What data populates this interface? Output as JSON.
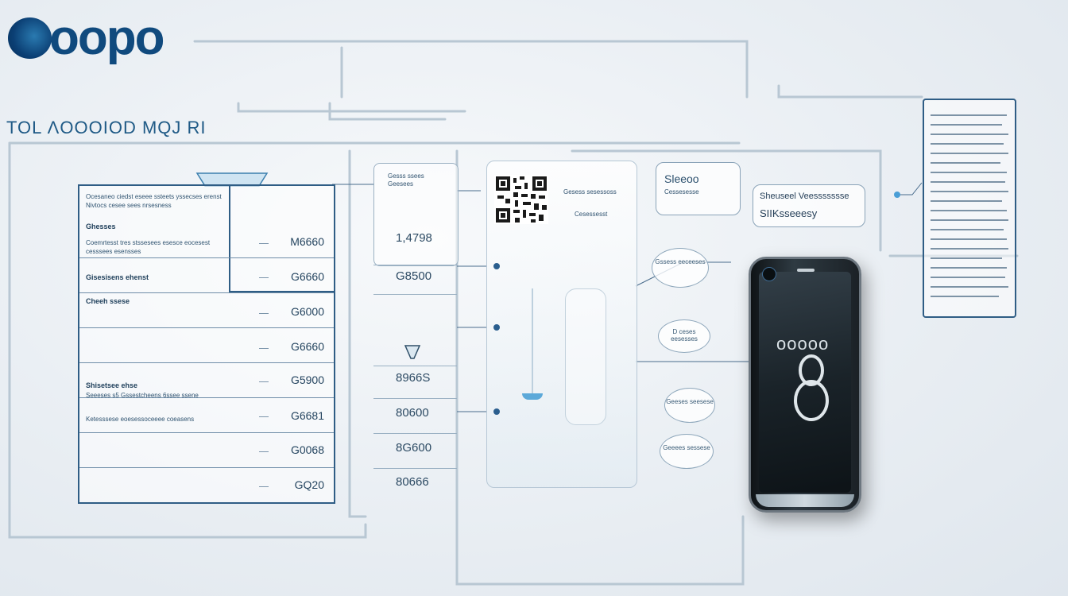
{
  "brand": {
    "logo_text": "oopo",
    "headline": "TOL ΛOOOIOD MQJ RI"
  },
  "left_table": {
    "rows": [
      {
        "title": "",
        "text": "Ocesaneo ciedst eseee ssteets yssecses erenst Nivtocs cesee sees nrsesness",
        "value": ""
      },
      {
        "title": "Ghesses",
        "text": "",
        "value": ""
      },
      {
        "title": "",
        "text": "Coemrtesst tres stssesees esesce eocesest cesssees esensses",
        "value": "M6660"
      },
      {
        "title": "Gisesisens ehenst",
        "text": "",
        "value": "G6660"
      },
      {
        "title": "Cheeh ssese",
        "text": "",
        "value": "G6000"
      },
      {
        "title": "",
        "text": "",
        "value": "G6660"
      },
      {
        "title": "Shisetsee ehse",
        "text": "Seeeses s5 Gssestcheens 6ssee ssene",
        "value": "G5900"
      },
      {
        "title": "",
        "text": "Ketesssese eoesessoceeee coeasens",
        "value": "G6681"
      },
      {
        "title": "",
        "text": "",
        "value": "G0068"
      },
      {
        "title": "",
        "text": "",
        "value": "GQ20"
      }
    ]
  },
  "mid_col": {
    "header": "Gesss ssees Geesees",
    "values": [
      "1,4798",
      "G8500",
      "",
      "",
      "8966S",
      "80600",
      "8G600",
      "80666"
    ]
  },
  "phone_panel": {
    "label_top": "Gesess sesessoss",
    "label_sub": "Cesessesst"
  },
  "cards": {
    "a_title": "Sleeoo",
    "a_sub": "Cessesesse",
    "b_line1": "Sheuseel Veessssssse",
    "b_line2": "SIIKsseeesy"
  },
  "bubbles": [
    "Gssess eeceeses",
    "D ceses eesesses",
    "Geeses seesese",
    "Geeees sessese"
  ],
  "device": {
    "brand": "ooooo"
  },
  "colors": {
    "accent": "#2f5d85",
    "brand": "#104a7e"
  }
}
